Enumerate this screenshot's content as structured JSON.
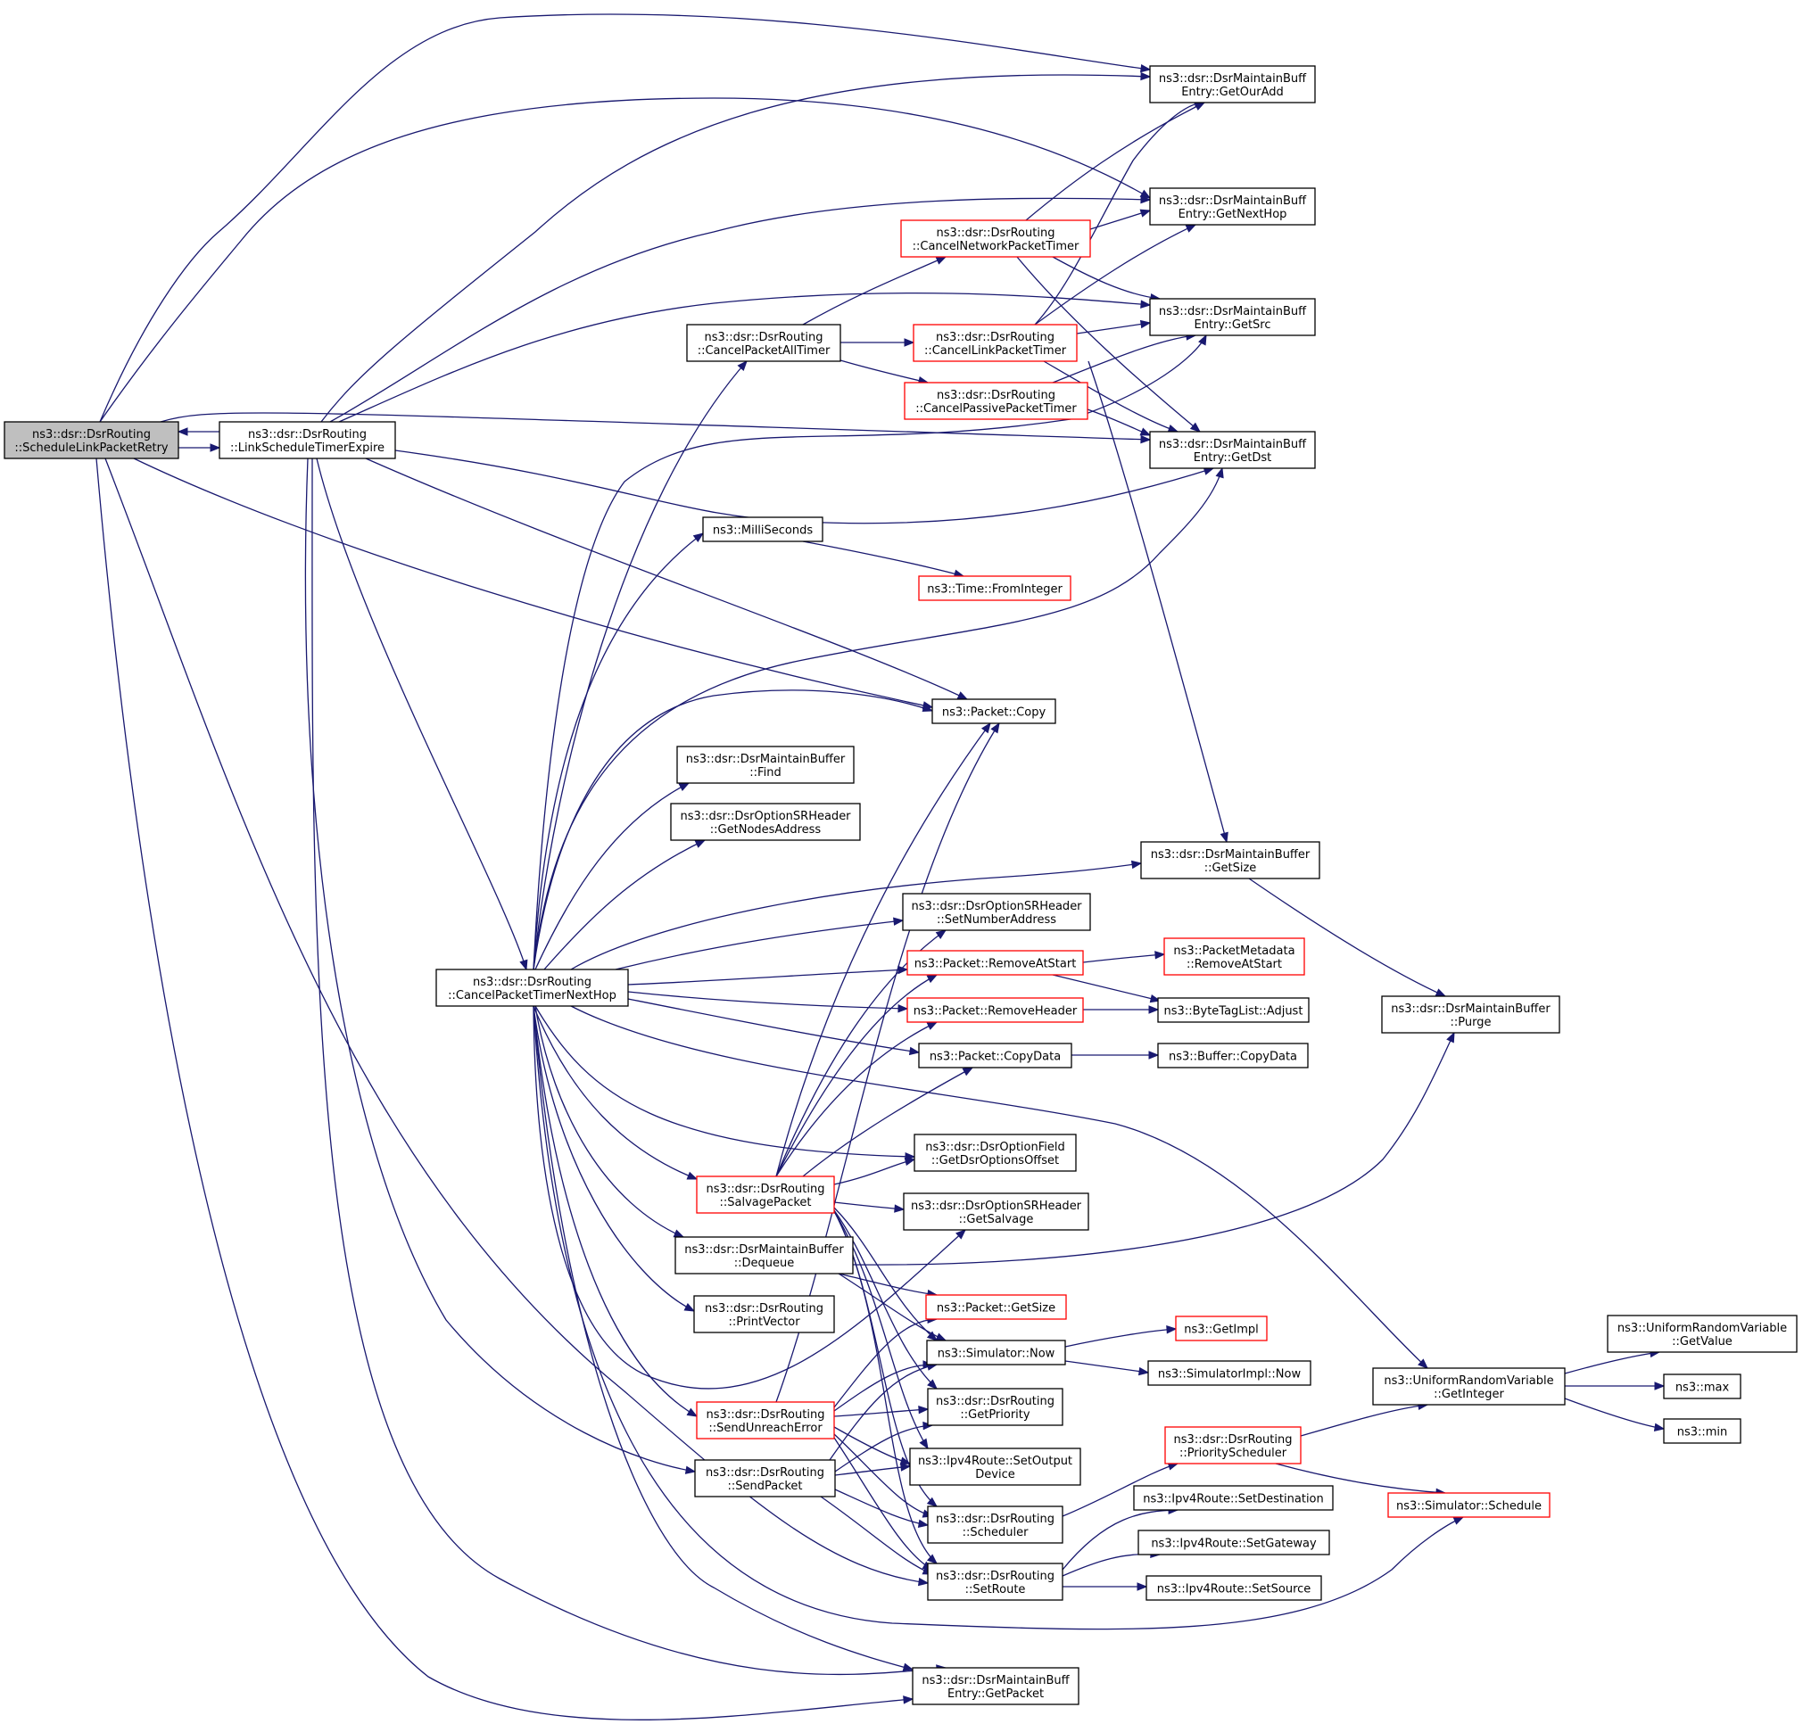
{
  "colors": {
    "edge": "#191970",
    "node_border": "#000000",
    "node_border_incomplete": "#ff0000",
    "node_fill": "#ffffff",
    "focus_fill": "#bfbfbf"
  },
  "graph": {
    "nodes": [
      {
        "id": "n_retry",
        "lines": [
          "ns3::dsr::DsrRouting",
          "::ScheduleLinkPacketRetry"
        ],
        "style": "focus"
      },
      {
        "id": "n_lste",
        "lines": [
          "ns3::dsr::DsrRouting",
          "::LinkScheduleTimerExpire"
        ],
        "style": "normal"
      },
      {
        "id": "n_getouradd",
        "lines": [
          "ns3::dsr::DsrMaintainBuff",
          "Entry::GetOurAdd"
        ],
        "style": "normal"
      },
      {
        "id": "n_getnexthop",
        "lines": [
          "ns3::dsr::DsrMaintainBuff",
          "Entry::GetNextHop"
        ],
        "style": "normal"
      },
      {
        "id": "n_getsrc",
        "lines": [
          "ns3::dsr::DsrMaintainBuff",
          "Entry::GetSrc"
        ],
        "style": "normal"
      },
      {
        "id": "n_getdst",
        "lines": [
          "ns3::dsr::DsrMaintainBuff",
          "Entry::GetDst"
        ],
        "style": "normal"
      },
      {
        "id": "n_cnpt",
        "lines": [
          "ns3::dsr::DsrRouting",
          "::CancelNetworkPacketTimer"
        ],
        "style": "red"
      },
      {
        "id": "n_cpat",
        "lines": [
          "ns3::dsr::DsrRouting",
          "::CancelPacketAllTimer"
        ],
        "style": "normal"
      },
      {
        "id": "n_clpt",
        "lines": [
          "ns3::dsr::DsrRouting",
          "::CancelLinkPacketTimer"
        ],
        "style": "red"
      },
      {
        "id": "n_cppt",
        "lines": [
          "ns3::dsr::DsrRouting",
          "::CancelPassivePacketTimer"
        ],
        "style": "red"
      },
      {
        "id": "n_millis",
        "lines": [
          "ns3::MilliSeconds"
        ],
        "style": "normal"
      },
      {
        "id": "n_frominteger",
        "lines": [
          "ns3::Time::FromInteger"
        ],
        "style": "red"
      },
      {
        "id": "n_pcopy",
        "lines": [
          "ns3::Packet::Copy"
        ],
        "style": "normal"
      },
      {
        "id": "n_find",
        "lines": [
          "ns3::dsr::DsrMaintainBuffer",
          "::Find"
        ],
        "style": "normal"
      },
      {
        "id": "n_getnodesaddr",
        "lines": [
          "ns3::dsr::DsrOptionSRHeader",
          "::GetNodesAddress"
        ],
        "style": "normal"
      },
      {
        "id": "n_mb_getsize",
        "lines": [
          "ns3::dsr::DsrMaintainBuffer",
          "::GetSize"
        ],
        "style": "normal"
      },
      {
        "id": "n_setnumaddr",
        "lines": [
          "ns3::dsr::DsrOptionSRHeader",
          "::SetNumberAddress"
        ],
        "style": "normal"
      },
      {
        "id": "n_cptnh",
        "lines": [
          "ns3::dsr::DsrRouting",
          "::CancelPacketTimerNextHop"
        ],
        "style": "normal"
      },
      {
        "id": "n_removeatstart",
        "lines": [
          "ns3::Packet::RemoveAtStart"
        ],
        "style": "red"
      },
      {
        "id": "n_pm_removeatstart",
        "lines": [
          "ns3::PacketMetadata",
          "::RemoveAtStart"
        ],
        "style": "red"
      },
      {
        "id": "n_removeheader",
        "lines": [
          "ns3::Packet::RemoveHeader"
        ],
        "style": "red"
      },
      {
        "id": "n_btl_adjust",
        "lines": [
          "ns3::ByteTagList::Adjust"
        ],
        "style": "normal"
      },
      {
        "id": "n_purge",
        "lines": [
          "ns3::dsr::DsrMaintainBuffer",
          "::Purge"
        ],
        "style": "normal"
      },
      {
        "id": "n_pcopydata",
        "lines": [
          "ns3::Packet::CopyData"
        ],
        "style": "normal"
      },
      {
        "id": "n_bcopydata",
        "lines": [
          "ns3::Buffer::CopyData"
        ],
        "style": "normal"
      },
      {
        "id": "n_getdsroff",
        "lines": [
          "ns3::dsr::DsrOptionField",
          "::GetDsrOptionsOffset"
        ],
        "style": "normal"
      },
      {
        "id": "n_salvage",
        "lines": [
          "ns3::dsr::DsrRouting",
          "::SalvagePacket"
        ],
        "style": "red"
      },
      {
        "id": "n_getsalvage",
        "lines": [
          "ns3::dsr::DsrOptionSRHeader",
          "::GetSalvage"
        ],
        "style": "normal"
      },
      {
        "id": "n_dequeue",
        "lines": [
          "ns3::dsr::DsrMaintainBuffer",
          "::Dequeue"
        ],
        "style": "normal"
      },
      {
        "id": "n_pgetsize",
        "lines": [
          "ns3::Packet::GetSize"
        ],
        "style": "red"
      },
      {
        "id": "n_printvector",
        "lines": [
          "ns3::dsr::DsrRouting",
          "::PrintVector"
        ],
        "style": "normal"
      },
      {
        "id": "n_getimpl",
        "lines": [
          "ns3::GetImpl"
        ],
        "style": "red"
      },
      {
        "id": "n_simnow",
        "lines": [
          "ns3::Simulator::Now"
        ],
        "style": "normal"
      },
      {
        "id": "n_simimplnow",
        "lines": [
          "ns3::SimulatorImpl::Now"
        ],
        "style": "normal"
      },
      {
        "id": "n_urv_getvalue",
        "lines": [
          "ns3::UniformRandomVariable",
          "::GetValue"
        ],
        "style": "normal"
      },
      {
        "id": "n_urv_getinteger",
        "lines": [
          "ns3::UniformRandomVariable",
          "::GetInteger"
        ],
        "style": "normal"
      },
      {
        "id": "n_max",
        "lines": [
          "ns3::max"
        ],
        "style": "normal"
      },
      {
        "id": "n_min",
        "lines": [
          "ns3::min"
        ],
        "style": "normal"
      },
      {
        "id": "n_sendunreach",
        "lines": [
          "ns3::dsr::DsrRouting",
          "::SendUnreachError"
        ],
        "style": "red"
      },
      {
        "id": "n_getpriority",
        "lines": [
          "ns3::dsr::DsrRouting",
          "::GetPriority"
        ],
        "style": "normal"
      },
      {
        "id": "n_prioritysched",
        "lines": [
          "ns3::dsr::DsrRouting",
          "::PriorityScheduler"
        ],
        "style": "red"
      },
      {
        "id": "n_setoutputdev",
        "lines": [
          "ns3::Ipv4Route::SetOutput",
          "Device"
        ],
        "style": "normal"
      },
      {
        "id": "n_sendpacket",
        "lines": [
          "ns3::dsr::DsrRouting",
          "::SendPacket"
        ],
        "style": "normal"
      },
      {
        "id": "n_setdest",
        "lines": [
          "ns3::Ipv4Route::SetDestination"
        ],
        "style": "normal"
      },
      {
        "id": "n_simschedule",
        "lines": [
          "ns3::Simulator::Schedule"
        ],
        "style": "red"
      },
      {
        "id": "n_scheduler",
        "lines": [
          "ns3::dsr::DsrRouting",
          "::Scheduler"
        ],
        "style": "normal"
      },
      {
        "id": "n_setgateway",
        "lines": [
          "ns3::Ipv4Route::SetGateway"
        ],
        "style": "normal"
      },
      {
        "id": "n_setroute",
        "lines": [
          "ns3::dsr::DsrRouting",
          "::SetRoute"
        ],
        "style": "normal"
      },
      {
        "id": "n_setsource",
        "lines": [
          "ns3::Ipv4Route::SetSource"
        ],
        "style": "normal"
      },
      {
        "id": "n_getpacket",
        "lines": [
          "ns3::dsr::DsrMaintainBuff",
          "Entry::GetPacket"
        ],
        "style": "normal"
      }
    ],
    "edges": [
      {
        "from": "n_retry",
        "to": "n_lste"
      },
      {
        "from": "n_lste",
        "to": "n_retry"
      },
      {
        "from": "n_retry",
        "to": "n_getouradd"
      },
      {
        "from": "n_retry",
        "to": "n_getnexthop"
      },
      {
        "from": "n_retry",
        "to": "n_getdst"
      },
      {
        "from": "n_retry",
        "to": "n_pcopy"
      },
      {
        "from": "n_retry",
        "to": "n_setroute"
      },
      {
        "from": "n_retry",
        "to": "n_getpacket"
      },
      {
        "from": "n_lste",
        "to": "n_getouradd"
      },
      {
        "from": "n_lste",
        "to": "n_getnexthop"
      },
      {
        "from": "n_lste",
        "to": "n_getsrc"
      },
      {
        "from": "n_lste",
        "to": "n_getdst"
      },
      {
        "from": "n_lste",
        "to": "n_pcopy"
      },
      {
        "from": "n_lste",
        "to": "n_cptnh"
      },
      {
        "from": "n_lste",
        "to": "n_sendpacket"
      },
      {
        "from": "n_lste",
        "to": "n_getpacket"
      },
      {
        "from": "n_cpat",
        "to": "n_cnpt"
      },
      {
        "from": "n_cpat",
        "to": "n_clpt"
      },
      {
        "from": "n_cpat",
        "to": "n_cppt"
      },
      {
        "from": "n_cnpt",
        "to": "n_getouradd"
      },
      {
        "from": "n_cnpt",
        "to": "n_getnexthop"
      },
      {
        "from": "n_cnpt",
        "to": "n_getsrc"
      },
      {
        "from": "n_cnpt",
        "to": "n_getdst"
      },
      {
        "from": "n_clpt",
        "to": "n_getouradd"
      },
      {
        "from": "n_clpt",
        "to": "n_getnexthop"
      },
      {
        "from": "n_clpt",
        "to": "n_getsrc"
      },
      {
        "from": "n_clpt",
        "to": "n_getdst"
      },
      {
        "from": "n_clpt",
        "to": "n_mb_getsize"
      },
      {
        "from": "n_cppt",
        "to": "n_getsrc"
      },
      {
        "from": "n_cppt",
        "to": "n_getdst"
      },
      {
        "from": "n_millis",
        "to": "n_frominteger"
      },
      {
        "from": "n_mb_getsize",
        "to": "n_purge"
      },
      {
        "from": "n_cptnh",
        "to": "n_cpat"
      },
      {
        "from": "n_cptnh",
        "to": "n_getsrc"
      },
      {
        "from": "n_cptnh",
        "to": "n_getdst"
      },
      {
        "from": "n_cptnh",
        "to": "n_millis"
      },
      {
        "from": "n_cptnh",
        "to": "n_pcopy"
      },
      {
        "from": "n_cptnh",
        "to": "n_find"
      },
      {
        "from": "n_cptnh",
        "to": "n_getnodesaddr"
      },
      {
        "from": "n_cptnh",
        "to": "n_mb_getsize"
      },
      {
        "from": "n_cptnh",
        "to": "n_setnumaddr"
      },
      {
        "from": "n_cptnh",
        "to": "n_removeatstart"
      },
      {
        "from": "n_cptnh",
        "to": "n_removeheader"
      },
      {
        "from": "n_cptnh",
        "to": "n_pcopydata"
      },
      {
        "from": "n_cptnh",
        "to": "n_urv_getinteger"
      },
      {
        "from": "n_cptnh",
        "to": "n_getdsroff"
      },
      {
        "from": "n_cptnh",
        "to": "n_salvage"
      },
      {
        "from": "n_cptnh",
        "to": "n_dequeue"
      },
      {
        "from": "n_cptnh",
        "to": "n_printvector"
      },
      {
        "from": "n_cptnh",
        "to": "n_sendunreach"
      },
      {
        "from": "n_cptnh",
        "to": "n_getsalvage"
      },
      {
        "from": "n_cptnh",
        "to": "n_simschedule"
      },
      {
        "from": "n_cptnh",
        "to": "n_getpacket"
      },
      {
        "from": "n_removeatstart",
        "to": "n_pm_removeatstart"
      },
      {
        "from": "n_removeatstart",
        "to": "n_btl_adjust"
      },
      {
        "from": "n_removeheader",
        "to": "n_btl_adjust"
      },
      {
        "from": "n_pcopydata",
        "to": "n_bcopydata"
      },
      {
        "from": "n_salvage",
        "to": "n_pcopy"
      },
      {
        "from": "n_salvage",
        "to": "n_setnumaddr"
      },
      {
        "from": "n_salvage",
        "to": "n_removeatstart"
      },
      {
        "from": "n_salvage",
        "to": "n_removeheader"
      },
      {
        "from": "n_salvage",
        "to": "n_pcopydata"
      },
      {
        "from": "n_salvage",
        "to": "n_getdsroff"
      },
      {
        "from": "n_salvage",
        "to": "n_getsalvage"
      },
      {
        "from": "n_salvage",
        "to": "n_simnow"
      },
      {
        "from": "n_salvage",
        "to": "n_getpriority"
      },
      {
        "from": "n_salvage",
        "to": "n_setoutputdev"
      },
      {
        "from": "n_salvage",
        "to": "n_scheduler"
      },
      {
        "from": "n_salvage",
        "to": "n_setroute"
      },
      {
        "from": "n_dequeue",
        "to": "n_purge"
      },
      {
        "from": "n_dequeue",
        "to": "n_pgetsize"
      },
      {
        "from": "n_dequeue",
        "to": "n_simnow"
      },
      {
        "from": "n_simnow",
        "to": "n_getimpl"
      },
      {
        "from": "n_simnow",
        "to": "n_simimplnow"
      },
      {
        "from": "n_urv_getinteger",
        "to": "n_urv_getvalue"
      },
      {
        "from": "n_urv_getinteger",
        "to": "n_max"
      },
      {
        "from": "n_urv_getinteger",
        "to": "n_min"
      },
      {
        "from": "n_sendunreach",
        "to": "n_pcopy"
      },
      {
        "from": "n_sendunreach",
        "to": "n_pgetsize"
      },
      {
        "from": "n_sendunreach",
        "to": "n_simnow"
      },
      {
        "from": "n_sendunreach",
        "to": "n_getpriority"
      },
      {
        "from": "n_sendunreach",
        "to": "n_setoutputdev"
      },
      {
        "from": "n_sendunreach",
        "to": "n_scheduler"
      },
      {
        "from": "n_sendunreach",
        "to": "n_setroute"
      },
      {
        "from": "n_sendpacket",
        "to": "n_simnow"
      },
      {
        "from": "n_sendpacket",
        "to": "n_getpriority"
      },
      {
        "from": "n_sendpacket",
        "to": "n_setoutputdev"
      },
      {
        "from": "n_sendpacket",
        "to": "n_scheduler"
      },
      {
        "from": "n_sendpacket",
        "to": "n_setroute"
      },
      {
        "from": "n_scheduler",
        "to": "n_prioritysched"
      },
      {
        "from": "n_prioritysched",
        "to": "n_urv_getinteger"
      },
      {
        "from": "n_prioritysched",
        "to": "n_simschedule"
      },
      {
        "from": "n_setroute",
        "to": "n_setdest"
      },
      {
        "from": "n_setroute",
        "to": "n_setgateway"
      },
      {
        "from": "n_setroute",
        "to": "n_setsource"
      }
    ]
  }
}
